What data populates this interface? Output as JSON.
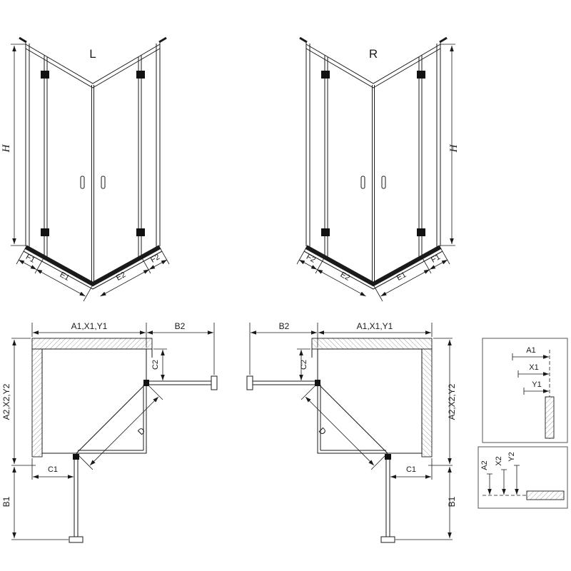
{
  "drawing": {
    "iso_left": {
      "variant": "L",
      "height": "H",
      "dims": [
        "F1",
        "E1",
        "E2",
        "F2"
      ]
    },
    "iso_right": {
      "variant": "R",
      "height": "H",
      "dims": [
        "F2",
        "E2",
        "E1",
        "F1"
      ]
    },
    "plan_left": {
      "width_top": "A1,X1,Y1",
      "panel_top": "B2",
      "offset_right": "C2",
      "depth_left": "A2,X2,Y2",
      "offset_bottom": "C1",
      "diagonal": "D",
      "panel_bottom": "B1"
    },
    "plan_right": {
      "panel_top": "B2",
      "width_top": "A1,X1,Y1",
      "offset_left": "C2",
      "depth_right": "A2,X2,Y2",
      "diagonal": "D",
      "offset_bottom": "C1",
      "panel_bottom": "B1"
    },
    "detail_top": {
      "dims": [
        "A1",
        "X1",
        "Y1"
      ]
    },
    "detail_bottom": {
      "dims": [
        "A2",
        "X2",
        "Y2"
      ]
    },
    "colors": {
      "line": "#1a1a1a",
      "background": "#ffffff"
    }
  }
}
